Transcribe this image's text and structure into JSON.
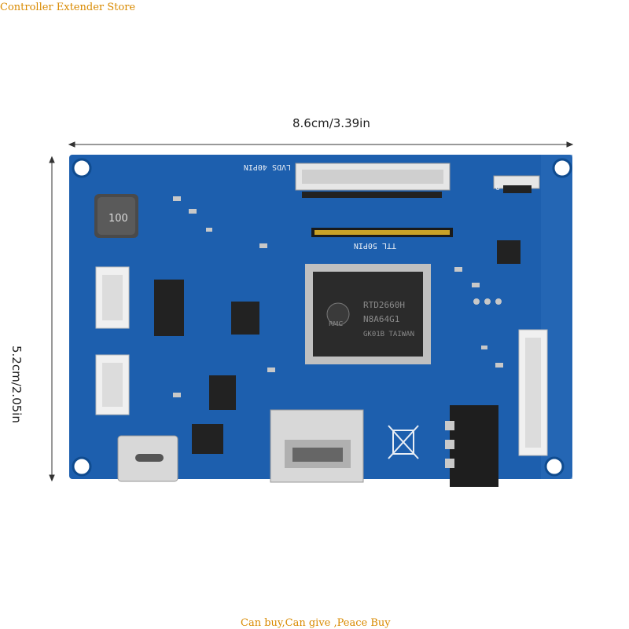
{
  "store_name": "Controller Extender Store",
  "footer_text": "Can buy,Can give ,Peace Buy",
  "dimensions": {
    "width": "8.6cm/3.39in",
    "height": "5.2cm/2.05in"
  },
  "board": {
    "top_connector_label": "LVDS 40PIN",
    "ttl_connector_label": "TTL 50PIN",
    "chip_lines": [
      "RTD2660H",
      "N8A64G1",
      "GK01B TAIWAN"
    ],
    "chip_logo": "RMC",
    "inductor_label": "100",
    "pin6_label": "6"
  },
  "colors": {
    "pcb": "#1d5fae",
    "silkscreen": "#e9eef5",
    "background": "#ffffff",
    "watermark": "#d98a00"
  }
}
